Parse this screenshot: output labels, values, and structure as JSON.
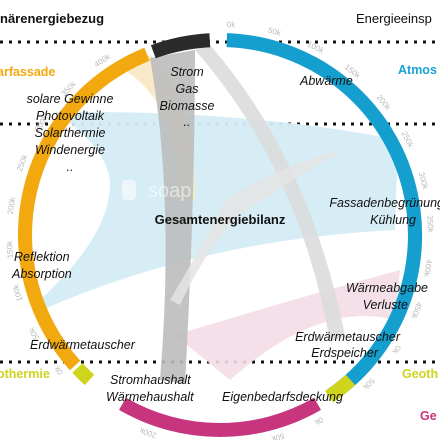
{
  "header": {
    "left": "närenergiebezug",
    "right": "Energieeinsp"
  },
  "categories": {
    "fassade": "arfassade",
    "atmosphere": "Atmos",
    "geothermie_left": "othermie",
    "geothermie_right": "Geoth",
    "bottom_right": "Ge"
  },
  "center_title": "Gesamtenergiebilanz",
  "watermark": "soap",
  "labels": {
    "strom_gas": [
      "Strom",
      "Gas",
      "Biomasse",
      ".."
    ],
    "solar": [
      "solare Gewinne",
      "Photovoltaik",
      "Solarthermie",
      "Windenergie",
      ".."
    ],
    "reflektion": [
      "Reflektion",
      "Absorption"
    ],
    "erdwaerme_left": "Erdwärmetauscher",
    "abwaerme": "Abwärme",
    "fassaden": [
      "Fassadenbegrünung",
      "Kühlung"
    ],
    "waermeabgabe": [
      "Wärmeabgabe",
      "Verluste"
    ],
    "erdwaerme_right": [
      "Erdwärmetauscher",
      "Erdspeicher"
    ],
    "stromhaushalt": [
      "Stromhaushalt",
      "Wärmehaushalt"
    ],
    "eigenbedarf": "Eigenbedarfsdeckung"
  },
  "colors": {
    "black_arc": "#2b2b2b",
    "blue_arc": "#159fcf",
    "orange_arc": "#f2a90f",
    "yellow_arc": "#cfd41c",
    "magenta_arc": "#c7357e",
    "blue_fill": "#d5ecf5",
    "pink_fill": "#f4dde8",
    "grey_ribbon": "#bcbcbc",
    "orange_fill": "#f7e7c2",
    "atmos_text": "#1aa3d4",
    "fassade_text": "#f2a90f",
    "geo_text": "#cfd41c",
    "magenta_text": "#c7357e"
  },
  "ticks": [
    "0k",
    "50k",
    "100k",
    "150k",
    "200k",
    "250k",
    "300k",
    "350k",
    "400k",
    "450k"
  ]
}
